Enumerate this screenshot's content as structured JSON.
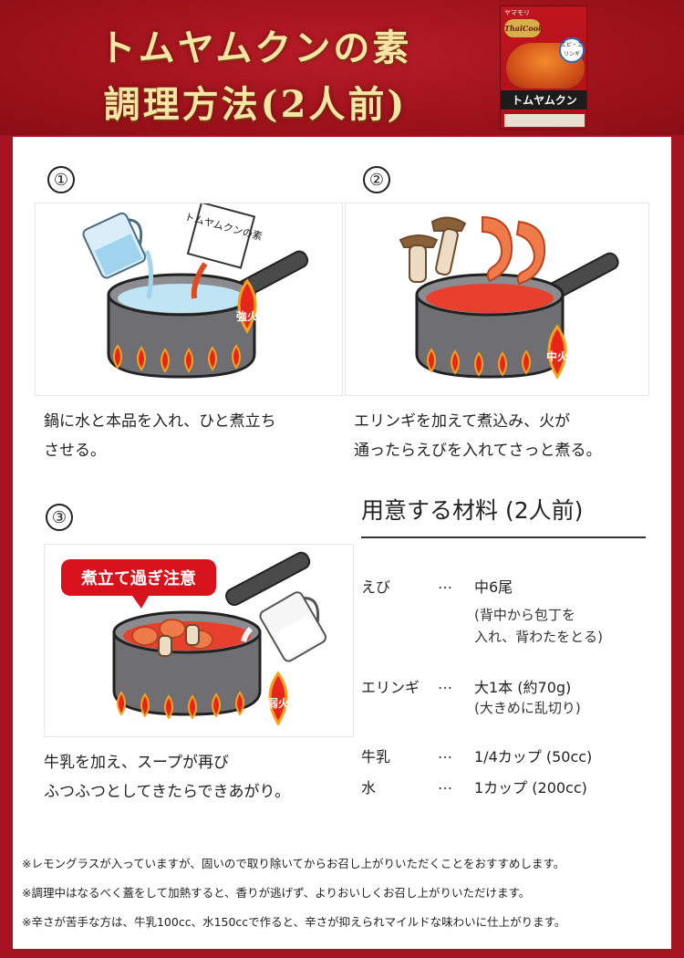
{
  "header": {
    "title_line1": "トムヤムクンの素",
    "title_line2": "調理方法(2人前)"
  },
  "package": {
    "brand": "ヤマモリ",
    "series": "ThaiCook",
    "badge": "エビ・エリンギ",
    "name": "トムヤムクン"
  },
  "steps": [
    {
      "number": "①",
      "text_line1": "鍋に水と本品を入れ、ひと煮立ち",
      "text_line2": "させる。",
      "pouch_label": "トムヤムクンの素",
      "heat_label": "強火"
    },
    {
      "number": "②",
      "text_line1": "エリンギを加えて煮込み、火が",
      "text_line2": "通ったらえびを入れてさっと煮る。",
      "heat_label": "中火"
    },
    {
      "number": "③",
      "text_line1": "牛乳を加え、スープが再び",
      "text_line2": "ふつふつとしてきたらできあがり。",
      "warning_label": "煮立て過ぎ注意",
      "heat_label": "弱火"
    }
  ],
  "materials": {
    "title": "用意する材料 (2人前)",
    "dots": "…",
    "items": [
      {
        "name": "えび",
        "amount": "中6尾",
        "note_line1": "(背中から包丁を",
        "note_line2": "入れ、背わたをとる)"
      },
      {
        "name": "エリンギ",
        "amount": "大1本 (約70g)",
        "note_line1": "(大きめに乱切り)"
      },
      {
        "name": "牛乳",
        "amount": "1/4カップ (50cc)"
      },
      {
        "name": "水",
        "amount": "1カップ (200cc)"
      }
    ]
  },
  "notes": [
    "※レモングラスが入っていますが、固いので取り除いてからお召し上がりいただくことをおすすめします。",
    "※調理中はなるべく蓋をして加熱すると、香りが逃げず、よりおいしくお召し上がりいただけます。",
    "※辛さが苦手な方は、牛乳100cc、水150ccで作ると、辛さが抑えられマイルドな味わいに仕上がります。"
  ],
  "colors": {
    "background_red": "#a51420",
    "title_gold": "#f6e6a6",
    "flame_red": "#e8251b",
    "soup_red": "#e8402e",
    "warning_red": "#d8121c"
  }
}
